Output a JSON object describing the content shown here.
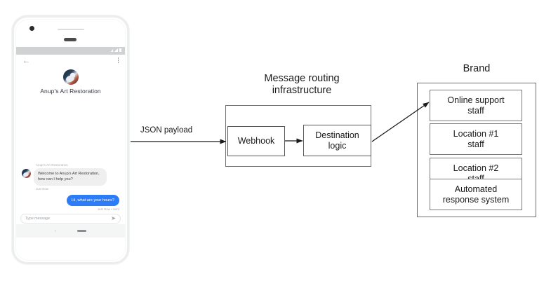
{
  "phone": {
    "status_bar": {
      "signal_icon": "signal-triangle-icon",
      "battery_icon": "battery-icon"
    },
    "app_bar": {
      "back_icon": "back-arrow-icon",
      "menu_icon": "kebab-menu-icon"
    },
    "brand_name": "Anup's Art Restoration",
    "avatar_icon": "brand-avatar-icon",
    "conversation": [
      {
        "sender": "Anup's Art Restoration",
        "text": "Welcome to Anup's Art Restoration, how can I help you?",
        "time": "Just Now",
        "side": "bot"
      },
      {
        "text": "Hi, what are your hours?",
        "status": "Just Now • Sent",
        "side": "user"
      }
    ],
    "composer": {
      "placeholder": "Type message",
      "send_icon": "send-icon"
    },
    "nav": {
      "back_icon": "nav-back-icon",
      "home_icon": "nav-home-pill-icon"
    }
  },
  "diagram": {
    "arrow_label": "JSON payload",
    "routing": {
      "title": "Message routing\ninfrastructure",
      "title_line1": "Message routing",
      "title_line2": "infrastructure",
      "nodes": [
        {
          "id": "webhook",
          "label": "Webhook"
        },
        {
          "id": "destination-logic",
          "label": "Destination\nlogic",
          "line1": "Destination",
          "line2": "logic"
        }
      ]
    },
    "brand": {
      "title": "Brand",
      "recipients": [
        {
          "id": "online-support-staff",
          "line1": "Online support",
          "line2": "staff"
        },
        {
          "id": "location-1-staff",
          "line1": "Location #1",
          "line2": "staff"
        },
        {
          "id": "location-2-staff",
          "line1": "Location #2",
          "line2": "staff"
        },
        {
          "id": "automated-response-system",
          "line1": "Automated",
          "line2": "response system"
        }
      ]
    }
  },
  "colors": {
    "accent_blue": "#2b7cf6",
    "bot_bubble": "#efefef",
    "stroke": "#555555",
    "brand_box_stroke": "#7a7a7a",
    "phone_frame": "#eceded"
  }
}
